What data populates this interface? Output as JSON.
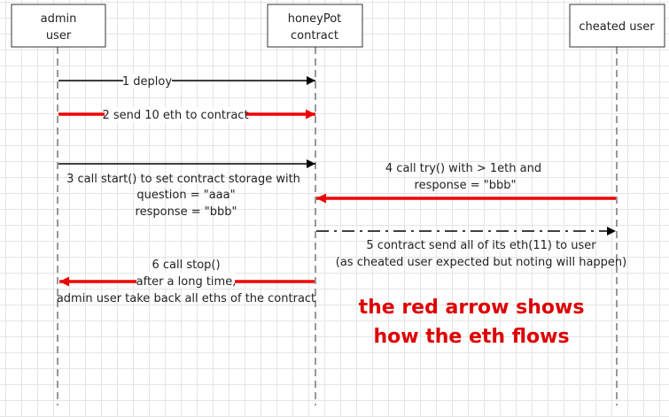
{
  "participants": {
    "admin_user": {
      "line1": "admin",
      "line2": "user"
    },
    "honeypot_contract": {
      "line1": "honeyPot",
      "line2": "contract"
    },
    "cheated_user": {
      "label": "cheated user"
    }
  },
  "messages": {
    "m1": {
      "label": "1 deploy",
      "flow": "control"
    },
    "m2": {
      "label": "2 send 10 eth to contract",
      "flow": "eth"
    },
    "m3": {
      "lines": [
        "3 call start() to set contract storage with",
        "question = \"aaa\"",
        "response = \"bbb\""
      ],
      "flow": "control"
    },
    "m4": {
      "lines": [
        "4 call try() with > 1eth and",
        "response = \"bbb\""
      ],
      "flow": "eth"
    },
    "m5": {
      "lines": [
        "5 contract send all of its eth(11) to user",
        "(as cheated user expected but noting will happen)"
      ],
      "flow": "dashdot"
    },
    "m6": {
      "lines": [
        "6 call stop()",
        "after a long time,",
        "admin user take back all eths of the contract"
      ],
      "flow": "eth"
    }
  },
  "note": {
    "lines": [
      "the red arrow shows",
      "how the eth flows"
    ]
  },
  "colors": {
    "eth_arrow": "#ee0000",
    "control_arrow": "#000000",
    "note_text": "#dd0000",
    "lifeline": "#777777",
    "box_border": "#333333"
  }
}
